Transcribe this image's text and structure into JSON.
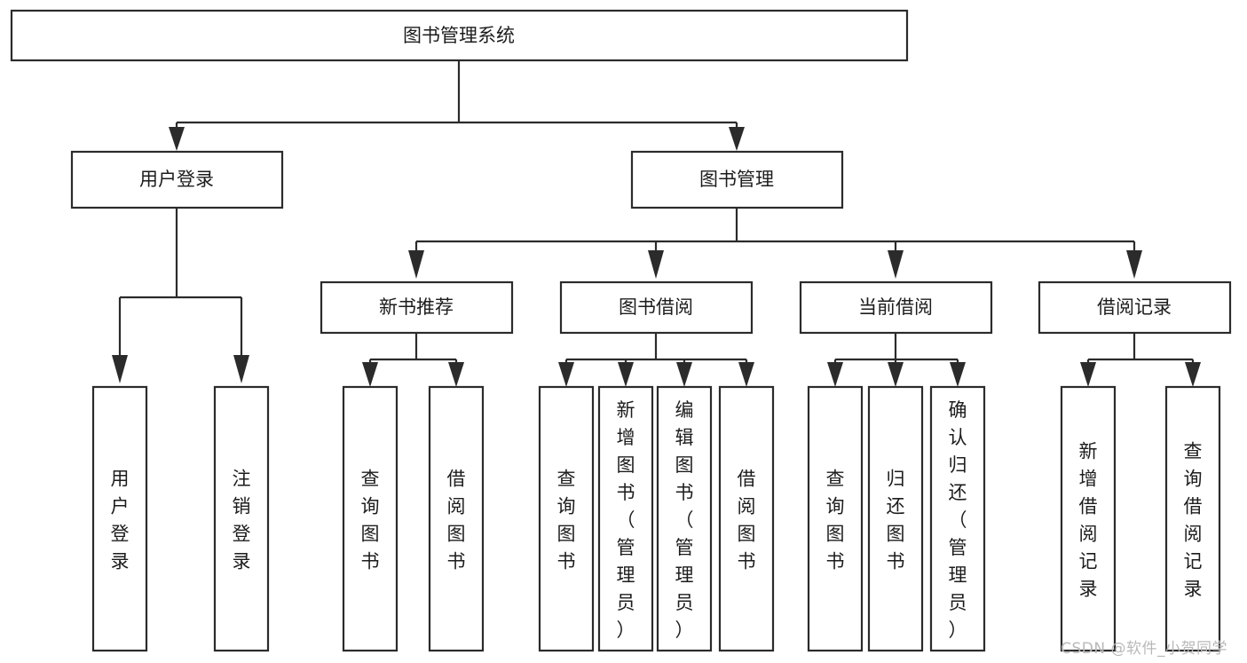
{
  "diagram": {
    "type": "tree",
    "title": "图书管理系统",
    "root": {
      "id": "root",
      "label": "图书管理系统",
      "orientation": "horizontal"
    },
    "level2": [
      {
        "id": "user-login",
        "label": "用户登录",
        "orientation": "horizontal"
      },
      {
        "id": "book-management",
        "label": "图书管理",
        "orientation": "horizontal"
      }
    ],
    "level3": [
      {
        "id": "new-book-recommend",
        "label": "新书推荐",
        "orientation": "horizontal",
        "parent": "book-management"
      },
      {
        "id": "book-borrow",
        "label": "图书借阅",
        "orientation": "horizontal",
        "parent": "book-management"
      },
      {
        "id": "current-borrow",
        "label": "当前借阅",
        "orientation": "horizontal",
        "parent": "book-management"
      },
      {
        "id": "borrow-record",
        "label": "借阅记录",
        "orientation": "horizontal",
        "parent": "book-management"
      }
    ],
    "leaves": [
      {
        "id": "leaf-user-login",
        "label": "用户登录",
        "parent": "user-login",
        "orientation": "vertical"
      },
      {
        "id": "leaf-user-logout",
        "label": "注销登录",
        "parent": "user-login",
        "orientation": "vertical"
      },
      {
        "id": "leaf-query-book-1",
        "label": "查询图书",
        "parent": "new-book-recommend",
        "orientation": "vertical"
      },
      {
        "id": "leaf-borrow-book-1",
        "label": "借阅图书",
        "parent": "new-book-recommend",
        "orientation": "vertical"
      },
      {
        "id": "leaf-query-book-2",
        "label": "查询图书",
        "parent": "book-borrow",
        "orientation": "vertical"
      },
      {
        "id": "leaf-add-book",
        "label": "新增图书（管理员）",
        "parent": "book-borrow",
        "orientation": "vertical"
      },
      {
        "id": "leaf-edit-book",
        "label": "编辑图书（管理员）",
        "parent": "book-borrow",
        "orientation": "vertical"
      },
      {
        "id": "leaf-borrow-book-2",
        "label": "借阅图书",
        "parent": "book-borrow",
        "orientation": "vertical"
      },
      {
        "id": "leaf-query-book-3",
        "label": "查询图书",
        "parent": "current-borrow",
        "orientation": "vertical"
      },
      {
        "id": "leaf-return-book",
        "label": "归还图书",
        "parent": "current-borrow",
        "orientation": "vertical"
      },
      {
        "id": "leaf-confirm-return",
        "label": "确认归还（管理员）",
        "parent": "current-borrow",
        "orientation": "vertical"
      },
      {
        "id": "leaf-add-record",
        "label": "新增借阅记录",
        "parent": "borrow-record",
        "orientation": "vertical"
      },
      {
        "id": "leaf-query-record",
        "label": "查询借阅记录",
        "parent": "borrow-record",
        "orientation": "vertical"
      }
    ],
    "colors": {
      "stroke": "#2b2b2b",
      "fill": "#ffffff",
      "text": "#1c1c1c",
      "watermark": "#b9b9b9",
      "background": "#ffffff"
    }
  },
  "watermark": {
    "text": "CSDN @软件_小贺同学"
  }
}
